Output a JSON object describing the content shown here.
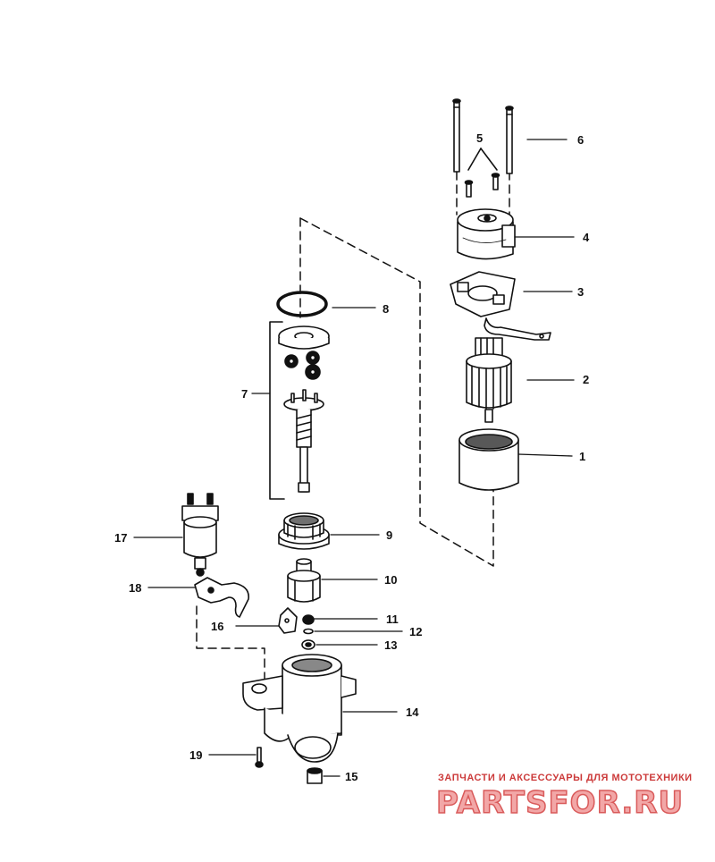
{
  "callouts": {
    "c1": "1",
    "c2": "2",
    "c3": "3",
    "c4": "4",
    "c5": "5",
    "c6": "6",
    "c7": "7",
    "c8": "8",
    "c9": "9",
    "c10": "10",
    "c11": "11",
    "c12": "12",
    "c13": "13",
    "c14": "14",
    "c15": "15",
    "c16": "16",
    "c17": "17",
    "c18": "18",
    "c19": "19"
  },
  "watermark": {
    "tagline": "ЗАПЧАСТИ И АКСЕССУАРЫ ДЛЯ МОТОТЕХНИКИ",
    "brand": "PARTSFOR.RU",
    "brand_colors": {
      "text": "#cc3a3a",
      "fill": "#f2a7a7"
    }
  }
}
